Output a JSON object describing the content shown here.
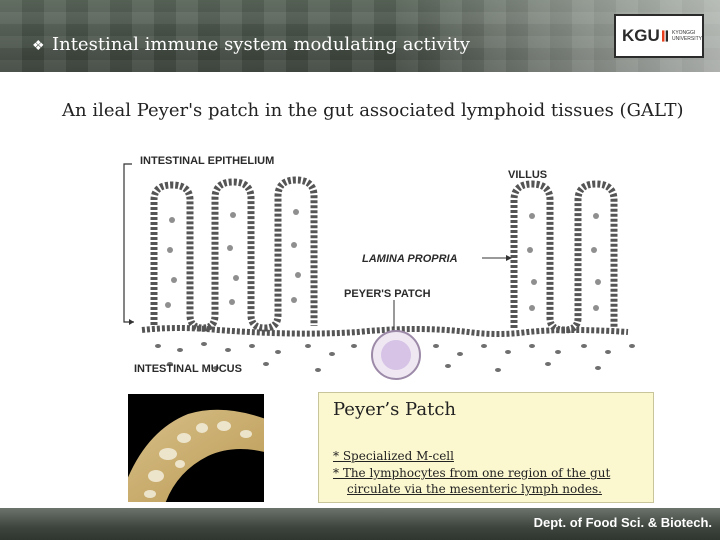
{
  "header": {
    "title": "Intestinal immune system modulating activity",
    "logo_text": "KGU",
    "logo_sub_1": "KYONGGI",
    "logo_sub_2": "UNIVERSITY"
  },
  "subtitle": "An ileal Peyer's patch in the gut associated lymphoid tissues (GALT)",
  "diagram": {
    "label_epithelium": "INTESTINAL EPITHELIUM",
    "label_villus": "VILLUS",
    "label_lamina": "LAMINA PROPRIA",
    "label_peyer": "PEYER'S PATCH",
    "label_mucus": "INTESTINAL MUCUS"
  },
  "infobox": {
    "heading": "Peyer’s Patch",
    "line1": "* Specialized M-cell",
    "line2": "* The lymphocytes from one region of the gut",
    "line3": "circulate via the mesenteric lymph nodes."
  },
  "footer": {
    "dept": "Dept. of Food Sci. & Biotech."
  },
  "colors": {
    "header_bg": "#4d574d",
    "infobox_bg": "#fbf7cf",
    "cell_fill": "#9a9a9a",
    "peyer_fill": "#d6c3e6"
  }
}
